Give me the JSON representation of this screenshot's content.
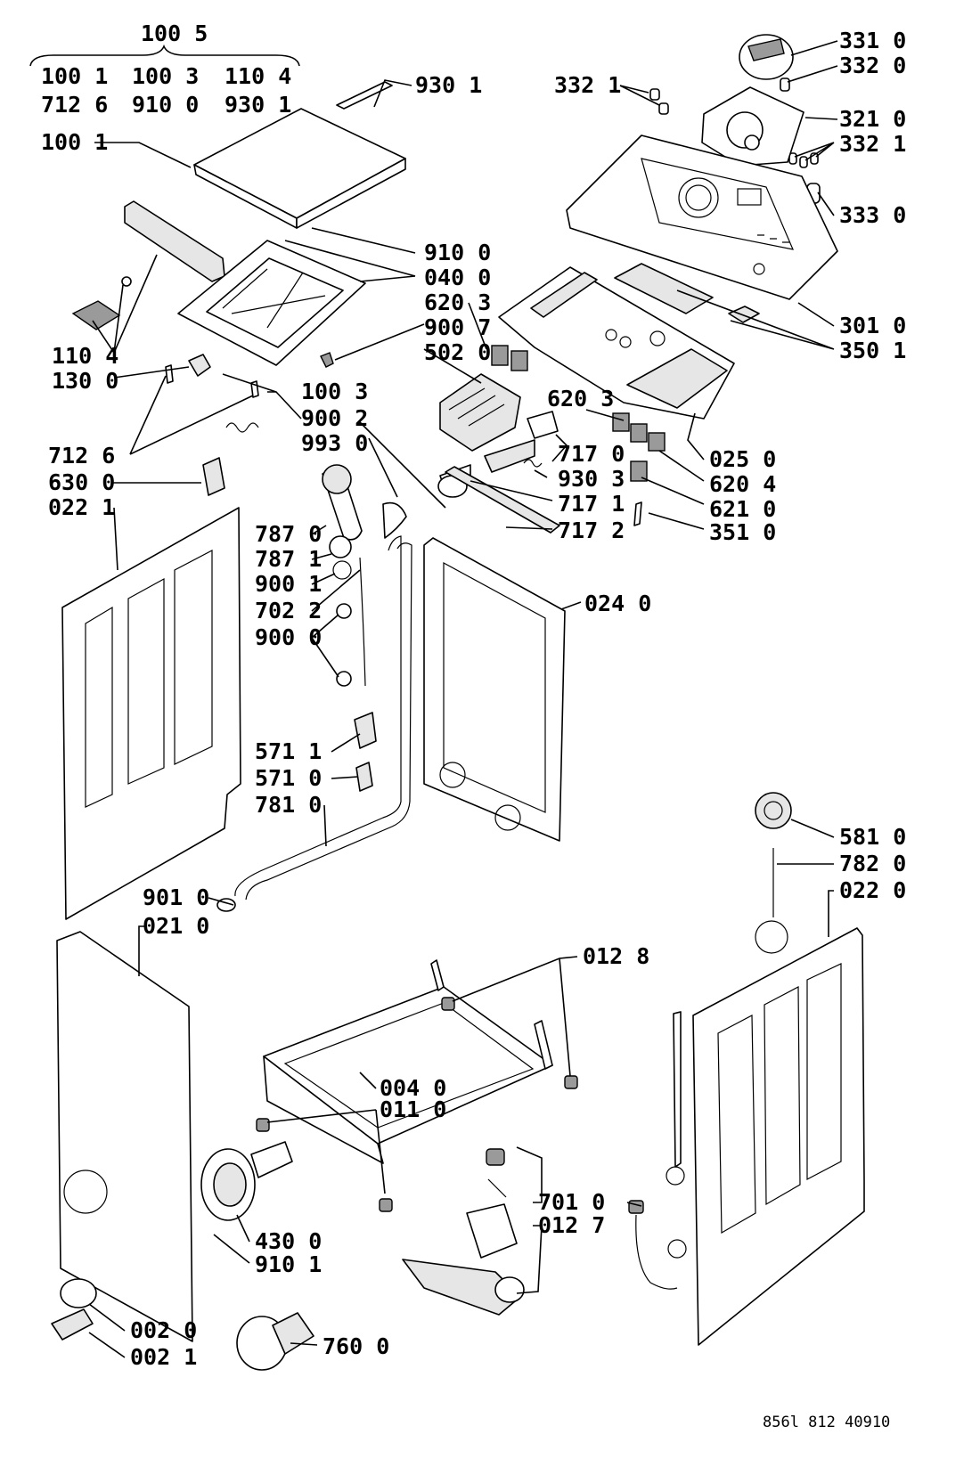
{
  "drawing_number": "856l 812 40910",
  "kit_group": {
    "header": "100 5",
    "row1": [
      "100 1",
      "100 3",
      "110 4"
    ],
    "row2": [
      "712 6",
      "910 0",
      "930 1"
    ]
  },
  "labels": {
    "p930_1_top": "930 1",
    "p100_1": "100 1",
    "p332_1_left": "332 1",
    "p331_0": "331 0",
    "p332_0": "332 0",
    "p321_0": "321 0",
    "p332_1_right": "332 1",
    "p333_0": "333 0",
    "p910_0": "910 0",
    "p040_0": "040 0",
    "p620_3_a": "620 3",
    "p900_7": "900 7",
    "p502_0": "502 0",
    "p301_0": "301 0",
    "p350_1": "350 1",
    "p110_4": "110 4",
    "p130_0": "130 0",
    "p100_3": "100 3",
    "p900_2": "900 2",
    "p993_0": "993 0",
    "p620_3_b": "620 3",
    "p717_0": "717 0",
    "p930_3": "930 3",
    "p717_1": "717 1",
    "p717_2": "717 2",
    "p025_0": "025 0",
    "p620_4": "620 4",
    "p621_0": "621 0",
    "p351_0": "351 0",
    "p712_6": "712 6",
    "p630_0": "630 0",
    "p022_1": "022 1",
    "p787_0": "787 0",
    "p787_1": "787 1",
    "p900_1": "900 1",
    "p702_2": "702 2",
    "p900_0": "900 0",
    "p024_0": "024 0",
    "p571_1": "571 1",
    "p571_0": "571 0",
    "p781_0": "781 0",
    "p581_0": "581 0",
    "p782_0": "782 0",
    "p022_0": "022 0",
    "p901_0": "901 0",
    "p021_0": "021 0",
    "p012_8": "012 8",
    "p004_0": "004 0",
    "p011_0": "011 0",
    "p701_0": "701 0",
    "p012_7": "012 7",
    "p430_0": "430 0",
    "p910_1": "910 1",
    "p002_0": "002 0",
    "p002_1": "002 1",
    "p760_0": "760 0"
  },
  "colors": {
    "ink": "#000000",
    "paper": "#ffffff",
    "shade": "#e6e6e6"
  }
}
